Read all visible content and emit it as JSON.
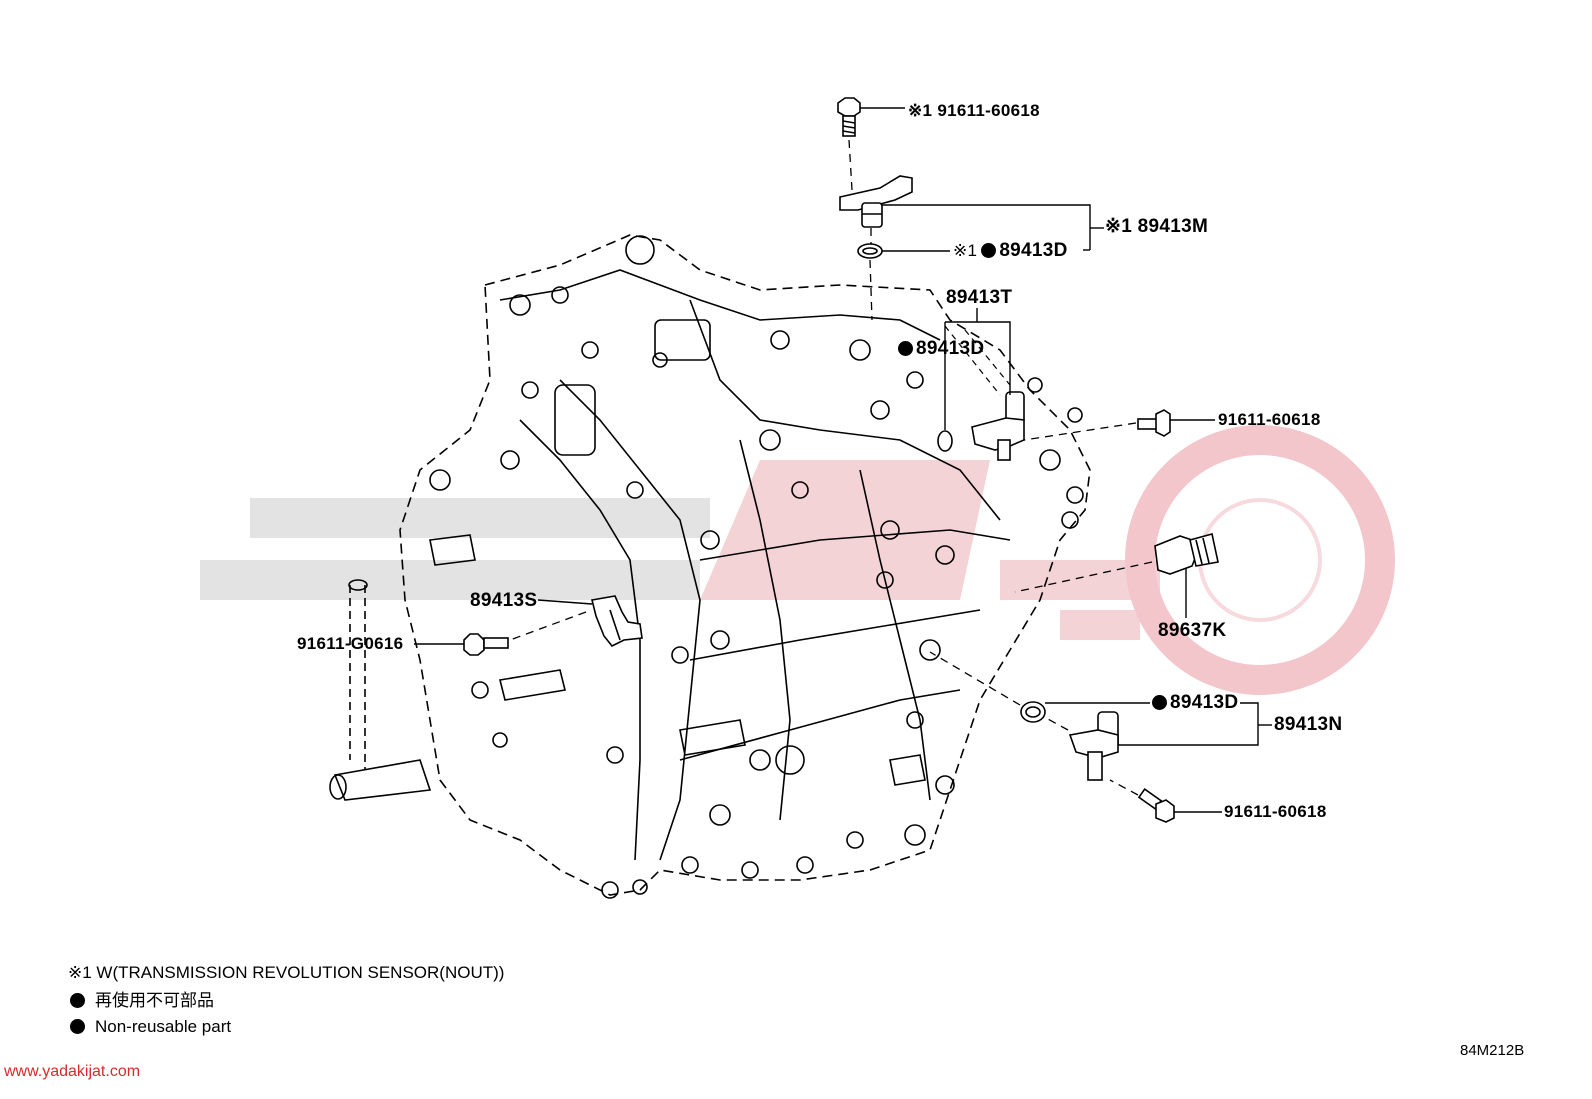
{
  "part_labels": {
    "bolt_top": "※1 91611-60618",
    "sensor_top": "※1 89413M",
    "oring_top": "89413D",
    "oring_top_prefix": "※1",
    "sensor_t": "89413T",
    "oring_mid": "89413D",
    "bolt_right_mid": "91611-60618",
    "sensor_k": "89637K",
    "sensor_s": "89413S",
    "bolt_left": "91611-G0616",
    "oring_bottom": "89413D",
    "sensor_n": "89413N",
    "bolt_bottom": "91611-60618"
  },
  "notes": {
    "footnote_1": "※1 W(TRANSMISSION REVOLUTION SENSOR(NOUT))",
    "legend_jp": "再使用不可部品",
    "legend_en": "Non-reusable part"
  },
  "figure_code": "84M212B",
  "watermark_url": "www.yadakijat.com",
  "colors": {
    "line": "#000000",
    "watermark_grey": "#dcdcdc",
    "watermark_red": "#f2c6cb",
    "url_red": "#d42b2b"
  }
}
